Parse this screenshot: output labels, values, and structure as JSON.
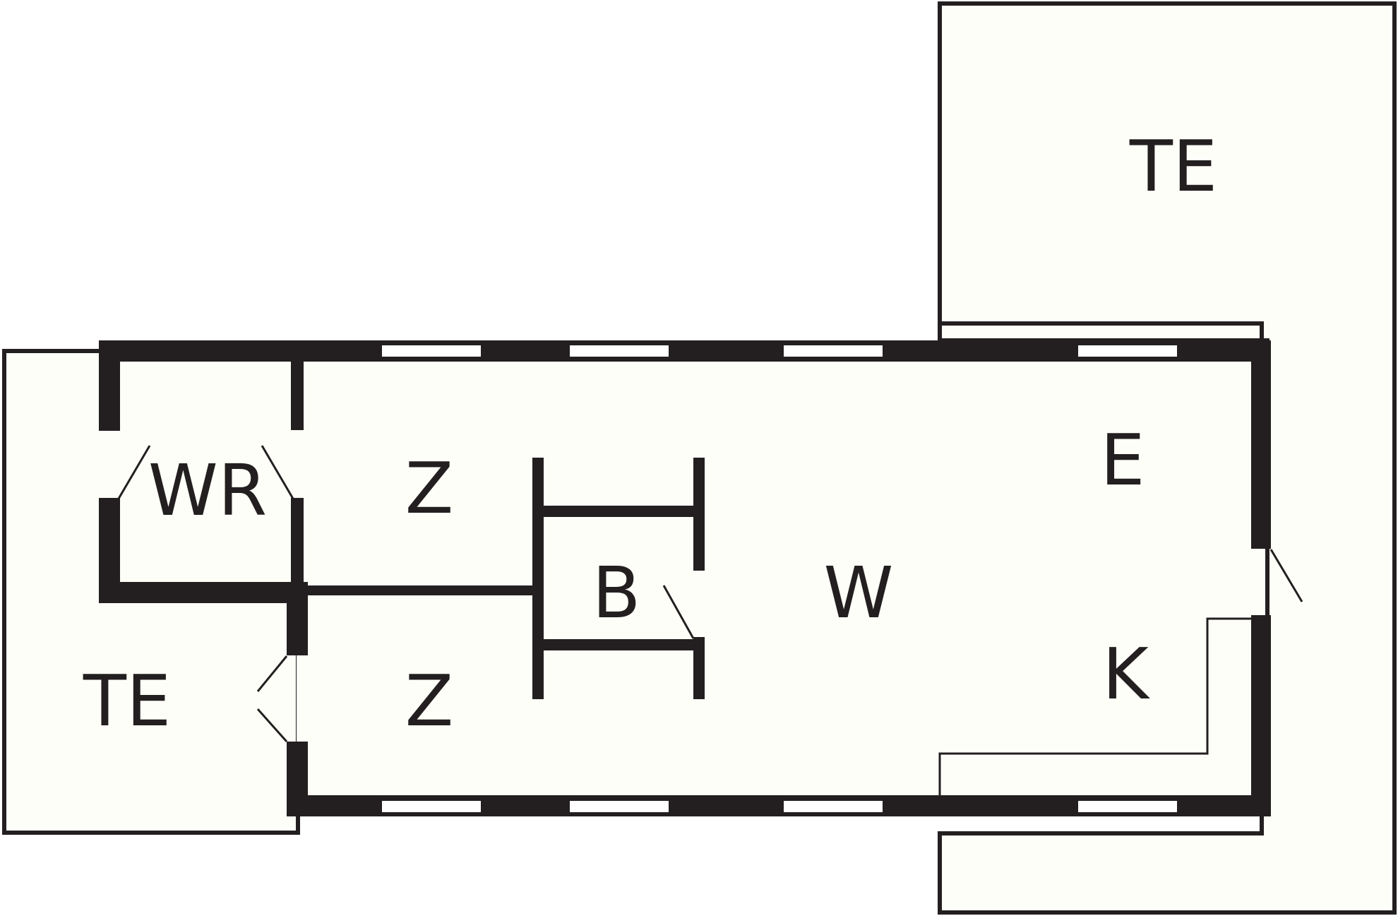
{
  "colors": {
    "wall": "#231f20",
    "floor": "#fdfef7",
    "background": "#ffffff",
    "window_pane": "#ffffff"
  },
  "rooms": {
    "terrace_top_right": "TE",
    "terrace_left": "TE",
    "toilet": "WR",
    "bedroom_top": "Z",
    "bedroom_bottom": "Z",
    "bathroom": "B",
    "living_room": "W",
    "entrance": "E",
    "kitchen": "K"
  }
}
